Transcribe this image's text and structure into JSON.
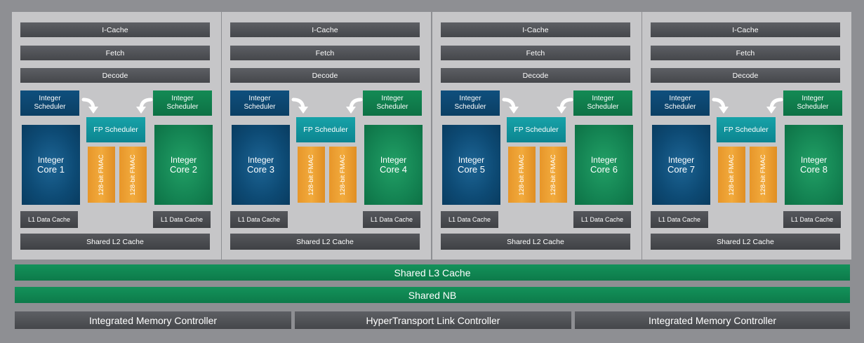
{
  "modules": [
    {
      "icache": "I-Cache",
      "fetch": "Fetch",
      "decode": "Decode",
      "sched_left": [
        "Integer",
        "Scheduler"
      ],
      "sched_right": [
        "Integer",
        "Scheduler"
      ],
      "fp_scheduler": "FP Scheduler",
      "core_left": [
        "Integer",
        "Core 1"
      ],
      "core_right": [
        "Integer",
        "Core 2"
      ],
      "fmac": [
        "128-bit FMAC",
        "128-bit FMAC"
      ],
      "l1_left": "L1 Data Cache",
      "l1_right": "L1 Data Cache",
      "l2": "Shared L2 Cache"
    },
    {
      "icache": "I-Cache",
      "fetch": "Fetch",
      "decode": "Decode",
      "sched_left": [
        "Integer",
        "Scheduler"
      ],
      "sched_right": [
        "Integer",
        "Scheduler"
      ],
      "fp_scheduler": "FP Scheduler",
      "core_left": [
        "Integer",
        "Core 3"
      ],
      "core_right": [
        "Integer",
        "Core 4"
      ],
      "fmac": [
        "128-bit FMAC",
        "128-bit FMAC"
      ],
      "l1_left": "L1 Data Cache",
      "l1_right": "L1 Data Cache",
      "l2": "Shared L2 Cache"
    },
    {
      "icache": "I-Cache",
      "fetch": "Fetch",
      "decode": "Decode",
      "sched_left": [
        "Integer",
        "Scheduler"
      ],
      "sched_right": [
        "Integer",
        "Scheduler"
      ],
      "fp_scheduler": "FP Scheduler",
      "core_left": [
        "Integer",
        "Core 5"
      ],
      "core_right": [
        "Integer",
        "Core 6"
      ],
      "fmac": [
        "128-bit FMAC",
        "128-bit FMAC"
      ],
      "l1_left": "L1 Data Cache",
      "l1_right": "L1 Data Cache",
      "l2": "Shared L2 Cache"
    },
    {
      "icache": "I-Cache",
      "fetch": "Fetch",
      "decode": "Decode",
      "sched_left": [
        "Integer",
        "Scheduler"
      ],
      "sched_right": [
        "Integer",
        "Scheduler"
      ],
      "fp_scheduler": "FP Scheduler",
      "core_left": [
        "Integer",
        "Core 7"
      ],
      "core_right": [
        "Integer",
        "Core 8"
      ],
      "fmac": [
        "128-bit FMAC",
        "128-bit FMAC"
      ],
      "l1_left": "L1 Data Cache",
      "l1_right": "L1 Data Cache",
      "l2": "Shared L2 Cache"
    }
  ],
  "shared_l3": "Shared L3 Cache",
  "shared_nb": "Shared NB",
  "controllers": [
    "Integrated Memory Controller",
    "HyperTransport Link Controller",
    "Integrated Memory Controller"
  ],
  "colors": {
    "background": "#8e8f93",
    "module": "#c6c6c8",
    "integer_blue": "#0d4a74",
    "integer_green": "#148453",
    "fp_scheduler": "#12949c",
    "fmac": "#ea9a2e",
    "cache_bar": "#4e5055",
    "shared_band": "#108552"
  }
}
